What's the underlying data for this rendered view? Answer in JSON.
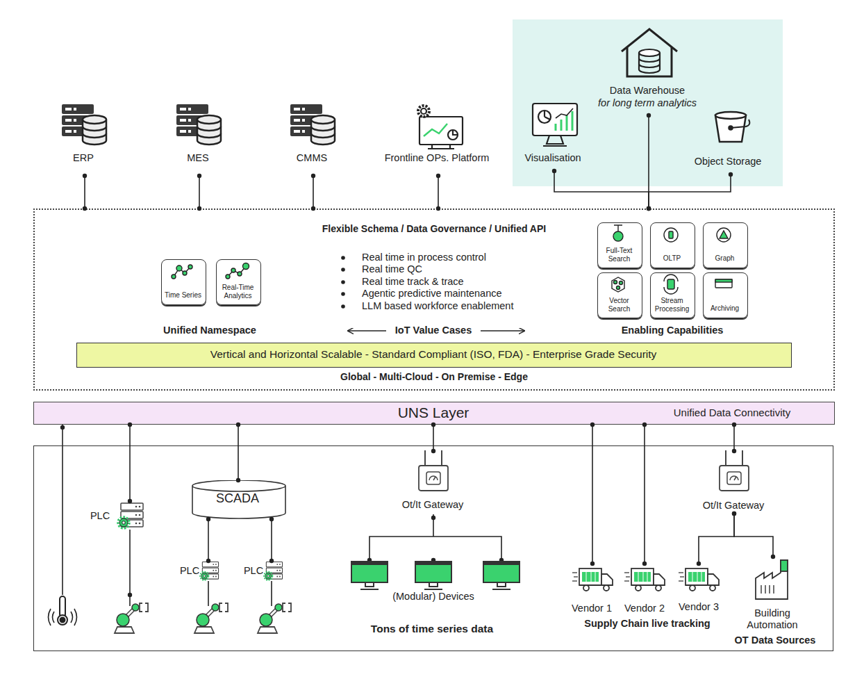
{
  "diagram": {
    "nodes": [
      {
        "text": [
          "ERP"
        ]
      },
      {
        "text": [
          "MES"
        ]
      },
      {
        "text": [
          "CMMS"
        ]
      },
      {
        "text": [
          "Frontline OPs. Platform"
        ]
      },
      {
        "text": [
          "Data Warehouse",
          "for long term analytics"
        ]
      },
      {
        "text": [
          "Visualisation"
        ]
      },
      {
        "text": [
          "Object Storage"
        ]
      },
      {
        "text": [
          "Flexible Schema / Data Governance / Unified API",
          "Global - Multi-Cloud - On Premise - Edge"
        ]
      },
      {
        "text": [
          "Time Series"
        ],
        "in": 7
      },
      {
        "text": [
          "Real-Time Analytics"
        ],
        "in": 7
      },
      {
        "text": [
          "Full-Text Search"
        ],
        "in": 7
      },
      {
        "text": [
          "OLTP"
        ],
        "in": 7
      },
      {
        "text": [
          "Graph"
        ],
        "in": 7
      },
      {
        "text": [
          "Vector Search"
        ],
        "in": 7
      },
      {
        "text": [
          "Stream Processing"
        ],
        "in": 7
      },
      {
        "text": [
          "Archiving"
        ],
        "in": 7
      },
      {
        "text": [
          "Vertical and Horizontal Scalable - Standard Compliant (ISO, FDA) - Enterprise Grade Security"
        ],
        "in": 7
      },
      {
        "text": [
          "UNS Layer",
          "Unified Data Connectivity"
        ]
      },
      {
        "text": [
          "OT Data Sources"
        ]
      },
      {
        "text": [
          "PLC"
        ],
        "in": 18
      },
      {
        "text": [
          "SCADA"
        ],
        "in": 18
      },
      {
        "text": [
          "PLC"
        ],
        "in": 18
      },
      {
        "text": [
          "PLC"
        ],
        "in": 18
      },
      {
        "text": [
          "Ot/It Gateway"
        ],
        "in": 18
      },
      {
        "text": [
          "Vendor 1"
        ],
        "in": 18
      },
      {
        "text": [
          "Vendor 2"
        ],
        "in": 18
      },
      {
        "text": [
          "Ot/It Gateway"
        ],
        "in": 18
      },
      {
        "text": [
          "Vendor 3"
        ],
        "in": 18
      },
      {
        "text": [
          "Building Automation"
        ],
        "in": 18
      }
    ],
    "edges": [
      {
        "from": 0,
        "to": 7,
        "arrow": "none"
      },
      {
        "from": 1,
        "to": 7,
        "arrow": "none"
      },
      {
        "from": 2,
        "to": 7,
        "arrow": "none"
      },
      {
        "from": 3,
        "to": 7,
        "arrow": "none"
      },
      {
        "from": 4,
        "to": 7,
        "arrow": "none"
      },
      {
        "from": 5,
        "to": 7,
        "arrow": "none"
      },
      {
        "from": 6,
        "to": 7,
        "arrow": "none"
      },
      {
        "from": 17,
        "to": 19,
        "arrow": "none"
      },
      {
        "from": 17,
        "to": 20,
        "arrow": "none"
      },
      {
        "from": 20,
        "to": 21,
        "arrow": "none"
      },
      {
        "from": 20,
        "to": 22,
        "arrow": "none"
      },
      {
        "from": 17,
        "to": 23,
        "arrow": "none"
      },
      {
        "from": 17,
        "to": 24,
        "arrow": "none"
      },
      {
        "from": 17,
        "to": 25,
        "arrow": "none"
      },
      {
        "from": 17,
        "to": 26,
        "arrow": "none"
      },
      {
        "from": 26,
        "to": 27,
        "arrow": "none"
      },
      {
        "from": 26,
        "to": 28,
        "arrow": "none"
      }
    ],
    "labels": [
      "Real time in process control",
      "Real time QC",
      "Real time track & trace",
      "Agentic predictive maintenance",
      "LLM based workforce enablement",
      "Unified Namespace",
      "IoT Value Cases",
      "Enabling Capabilities",
      "(Modular) Devices",
      "Supply Chain live tracking",
      "Tons of time series data"
    ]
  }
}
